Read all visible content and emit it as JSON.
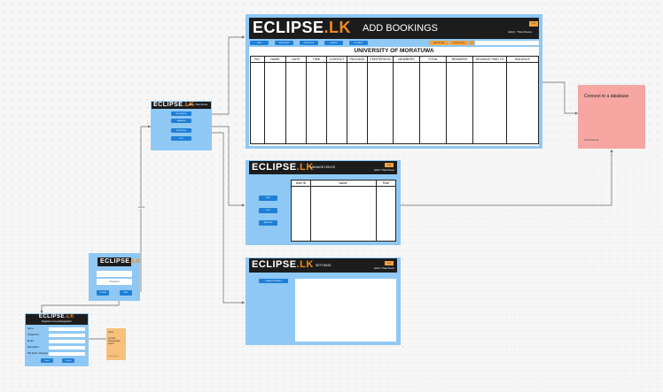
{
  "brand": {
    "name": "ECLIPSE",
    "suffix": ".LK"
  },
  "bookings": {
    "title": "ADD BOOKINGS",
    "user_label": "Admin : Tharu Perera",
    "logout": "LOG",
    "toolbar": [
      "NEW",
      "SAVE NEW",
      "PRE BOOK",
      "CANCEL",
      "DISCARD"
    ],
    "report_button": "REPORT ME",
    "period_select": "PERIOD 2024",
    "university": "UNIVERSITY OF MORATUWA",
    "columns": [
      "NO.",
      "NAME",
      "DATE",
      "TIME",
      "CONTACT",
      "PACKAGE",
      "FEE/PERSON",
      "MEMBERS",
      "TOTAL",
      "REMARKS",
      "ADVANCE PAID TO",
      "BALANCE"
    ]
  },
  "dashboard": {
    "user_label": "Admin / Tharu Perera",
    "menu": [
      "BOOKINGS",
      "MANAGE",
      "SETTINGS",
      "EXIT"
    ]
  },
  "manage": {
    "title": "MANAGE HOLES",
    "user_label": "Admin / Tharu Perera",
    "logout": "LOG",
    "side_buttons": [
      "ADD",
      "EDIT",
      "REMOVE"
    ],
    "columns": [
      "User ID",
      "Name",
      "Role"
    ]
  },
  "settings": {
    "title": "SETTINGS",
    "user_label": "Admin / Tharu Perera",
    "logout": "LOG",
    "side_button": "CHANGE DETAILS"
  },
  "note_db": {
    "text": "Connect to a database",
    "author": "Tharu Perera"
  },
  "connector_label": "Admin",
  "login": {
    "field_label": "Password",
    "buttons": [
      "LOGIN",
      "REG"
    ]
  },
  "register": {
    "subtitle": "Register a new photographer",
    "fields": [
      "Name :",
      "Contact No :",
      "Email :",
      "Description :",
      "NIC Nmbr / Passport :"
    ],
    "buttons": [
      "Save",
      "Cancel"
    ]
  },
  "note_reg": {
    "lines": [
      "Name",
      "Contact",
      "Photography",
      "Admin"
    ],
    "author": "Tharu Perera"
  },
  "colors": {
    "frame": "#8fc8f5",
    "header": "#1c1c1c",
    "accent": "#f28a1e",
    "note_db": "#f7a6a1",
    "note_reg": "#f8c07a"
  }
}
